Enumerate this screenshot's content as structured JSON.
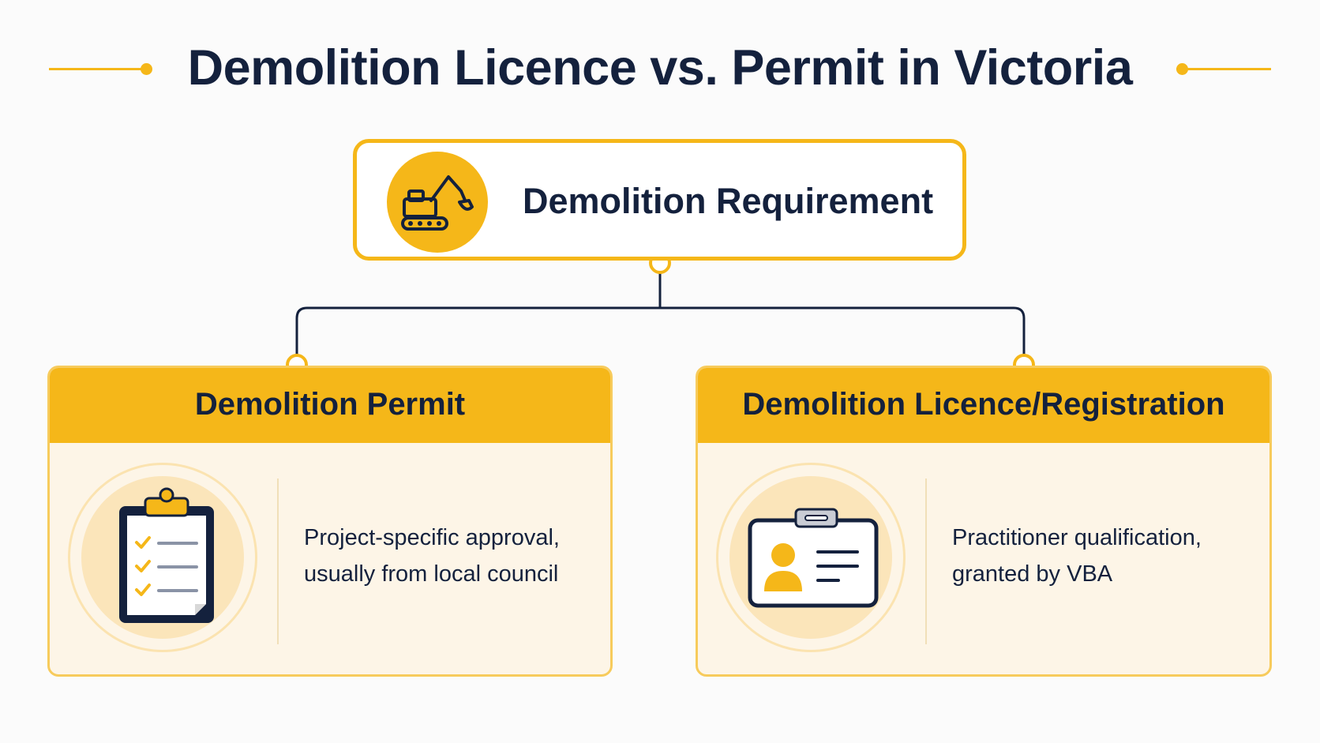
{
  "title": "Demolition Licence vs. Permit in Victoria",
  "root": {
    "label": "Demolition Requirement",
    "icon": "excavator-icon"
  },
  "branches": [
    {
      "title": "Demolition Permit",
      "icon": "clipboard-checklist-icon",
      "desc_lines": [
        "Project-specific approval,",
        "usually from local council"
      ]
    },
    {
      "title": "Demolition Licence/Registration",
      "icon": "id-badge-icon",
      "desc_lines": [
        "Practitioner qualification,",
        "granted by VBA"
      ]
    }
  ],
  "colors": {
    "accent": "#f5b719",
    "navy": "#14213d",
    "card_fill": "#fdf5e7"
  }
}
